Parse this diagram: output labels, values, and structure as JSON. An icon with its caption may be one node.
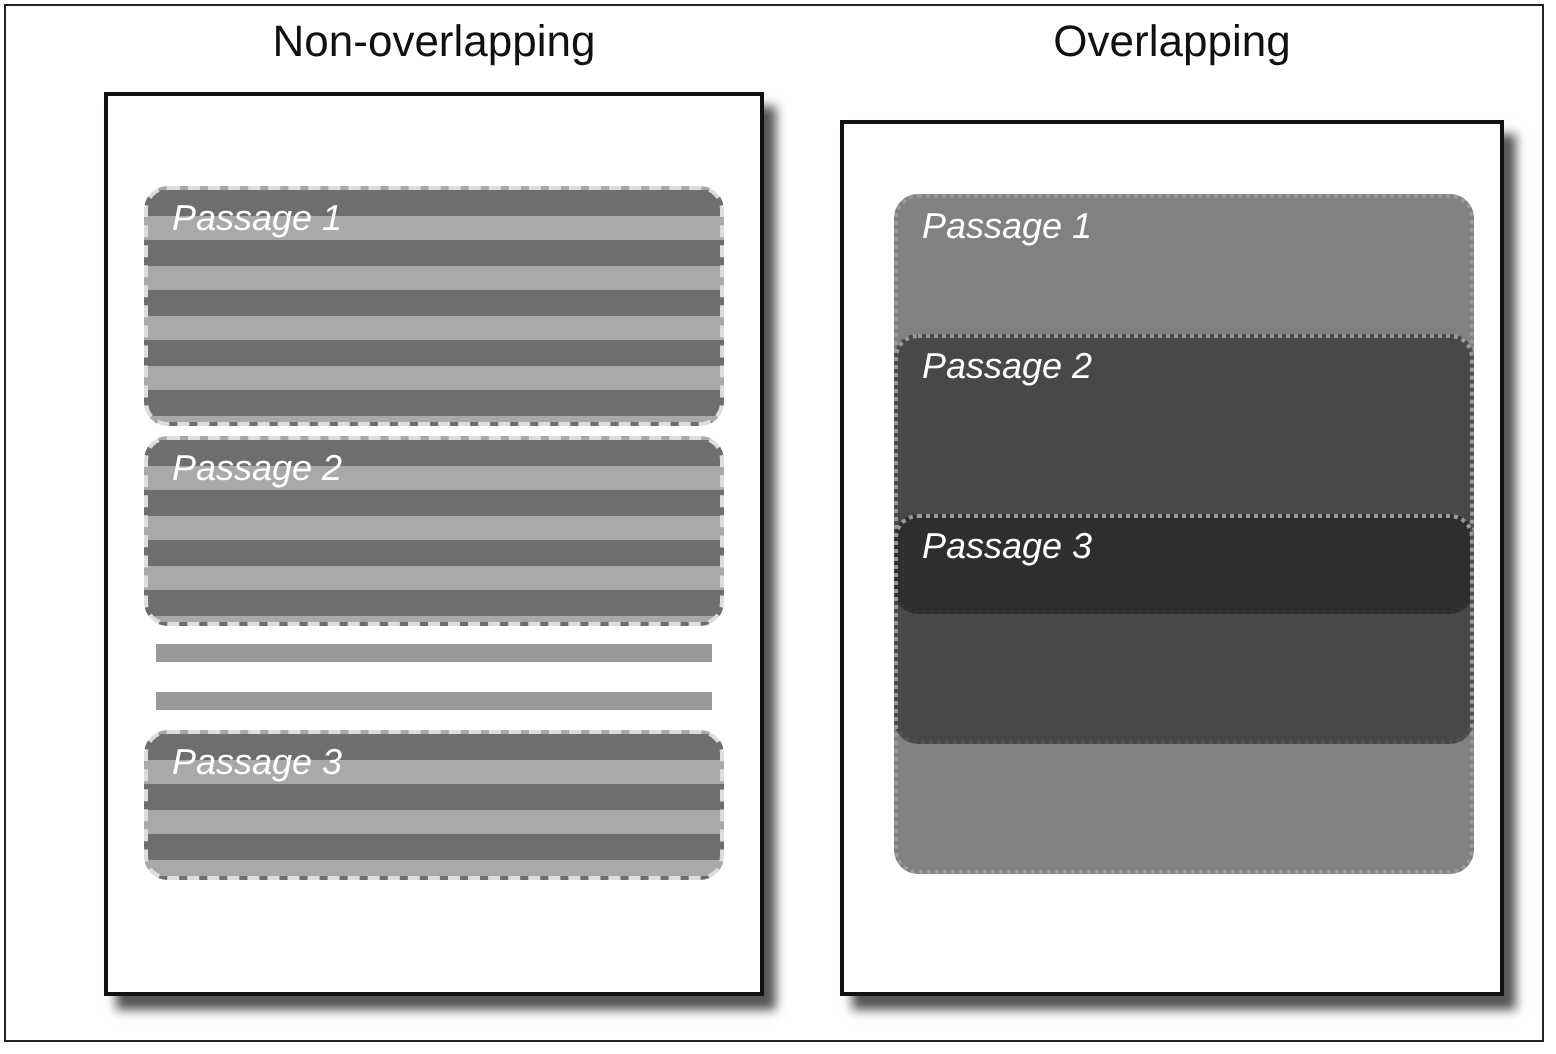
{
  "diagram": {
    "nodes": [
      {
        "text": [
          "Non-overlapping"
        ]
      },
      {
        "text": [
          "Passage 1"
        ],
        "in": 0
      },
      {
        "text": [
          "Passage 2"
        ],
        "in": 0
      },
      {
        "text": [
          "Passage 3"
        ],
        "in": 0
      },
      {
        "text": [
          "Overlapping"
        ]
      },
      {
        "text": [
          "Passage 1"
        ],
        "in": 4
      },
      {
        "text": [
          "Passage 2"
        ],
        "in": 4
      },
      {
        "text": [
          "Passage 3"
        ],
        "in": 4
      }
    ],
    "edges": []
  }
}
